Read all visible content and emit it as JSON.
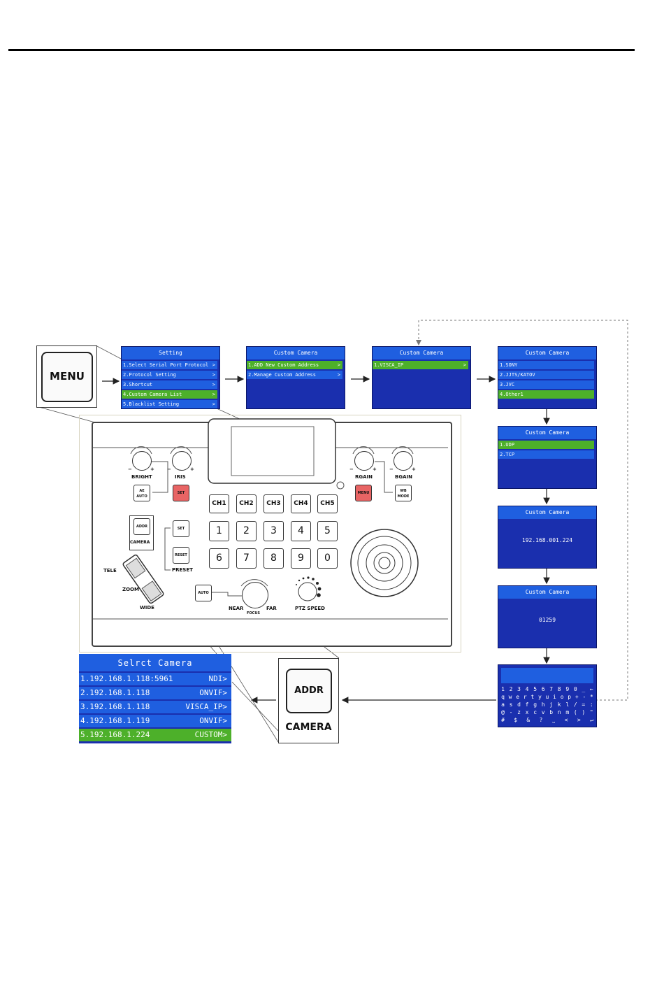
{
  "menu_key": {
    "label": "MENU"
  },
  "addr_key": {
    "line1": "ADDR",
    "line2": "CAMERA"
  },
  "screen_setting": {
    "title": "Setting",
    "items": [
      {
        "label": "1.Select Serial Port Protocol",
        "chev": ">"
      },
      {
        "label": "2.Protocol Setting",
        "chev": ">"
      },
      {
        "label": "3.Shortcut",
        "chev": ">"
      },
      {
        "label": "4.Custom Camera List",
        "chev": ">"
      },
      {
        "label": "5.Blacklist Setting",
        "chev": ">"
      }
    ],
    "selected_index": 3
  },
  "screen_custom1": {
    "title": "Custom Camera",
    "items": [
      {
        "label": "1.ADD New Custom Address",
        "chev": ">"
      },
      {
        "label": "2.Manage Custom Address",
        "chev": ">"
      }
    ],
    "selected_index": 0
  },
  "screen_custom2": {
    "title": "Custom Camera",
    "items": [
      {
        "label": "1.VISCA_IP",
        "chev": ">"
      }
    ],
    "selected_index": 0
  },
  "screen_custom3": {
    "title": "Custom Camera",
    "items": [
      {
        "label": "1.SONY",
        "chev": ""
      },
      {
        "label": "2.JJTS/KATOV",
        "chev": ""
      },
      {
        "label": "3.JVC",
        "chev": ""
      },
      {
        "label": "4.Other1",
        "chev": ""
      }
    ],
    "selected_index": 3
  },
  "screen_custom4": {
    "title": "Custom Camera",
    "items": [
      {
        "label": "1.UDP",
        "chev": ""
      },
      {
        "label": "2.TCP",
        "chev": ""
      }
    ],
    "selected_index": 0
  },
  "screen_ip": {
    "title": "Custom Camera",
    "value": "192.168.001.224"
  },
  "screen_port": {
    "title": "Custom Camera",
    "value": "01259"
  },
  "keyboard": {
    "rows": [
      [
        "1",
        "2",
        "3",
        "4",
        "5",
        "6",
        "7",
        "8",
        "9",
        "0",
        "_",
        "←"
      ],
      [
        "q",
        "w",
        "e",
        "r",
        "t",
        "y",
        "u",
        "i",
        "o",
        "p",
        "+",
        "-",
        "*"
      ],
      [
        "a",
        "s",
        "d",
        "f",
        "g",
        "h",
        "j",
        "k",
        "l",
        "/",
        "=",
        ":"
      ],
      [
        "@",
        "-",
        "z",
        "x",
        "c",
        "v",
        "b",
        "n",
        "m",
        "(",
        ")",
        "\""
      ],
      [
        "#",
        "$",
        "&",
        "?",
        "⎵",
        "<",
        ">",
        "↵"
      ]
    ]
  },
  "select_camera": {
    "title": "Selrct Camera",
    "items": [
      {
        "ip": "1.192.168.1.118:5961",
        "tag": "NDI>"
      },
      {
        "ip": "2.192.168.1.118",
        "tag": "ONVIF>"
      },
      {
        "ip": "3.192.168.1.118",
        "tag": "VISCA_IP>"
      },
      {
        "ip": "4.192.168.1.119",
        "tag": "ONVIF>"
      },
      {
        "ip": "5.192.168.1.224",
        "tag": "CUSTOM>"
      }
    ],
    "selected_index": 4
  },
  "panel": {
    "knob_labels": {
      "bright": "BRIGHT",
      "iris": "IRIS",
      "rgain": "RGAIN",
      "bgain": "BGAIN"
    },
    "ae_auto": "AE AUTO",
    "set_red": "SET",
    "menu_btn": "MENU",
    "wb_mode": "WB MODE",
    "channels": [
      "CH1",
      "CH2",
      "CH3",
      "CH4",
      "CH5"
    ],
    "numbers_row1": [
      "1",
      "2",
      "3",
      "4",
      "5"
    ],
    "numbers_row2": [
      "6",
      "7",
      "8",
      "9",
      "0"
    ],
    "addr_small": "ADDR",
    "camera_label": "CAMERA",
    "preset_set": "SET",
    "preset_reset": "RESET",
    "preset_label": "PRESET",
    "tele": "TELE",
    "zoom": "ZOOM",
    "wide": "WIDE",
    "auto": "AUTO",
    "near": "NEAR",
    "focus": "FOCUS",
    "far": "FAR",
    "ptz_speed": "PTZ SPEED",
    "minus": "−",
    "plus": "+"
  },
  "colors": {
    "lcd_bg": "#1a2fae",
    "lcd_row": "#1f5fe0",
    "lcd_selected": "#4db02a",
    "red_button": "#e86464"
  }
}
